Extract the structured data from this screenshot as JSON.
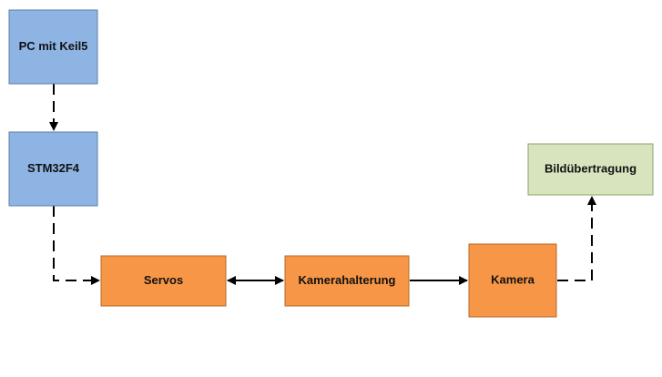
{
  "colors": {
    "blue_fill": "#8eb4e3",
    "blue_stroke": "#5b7fa8",
    "orange_fill": "#f79646",
    "orange_stroke": "#b66a2a",
    "green_fill": "#d7e4bd",
    "green_stroke": "#8aa36b",
    "line": "#000000"
  },
  "nodes": {
    "pc": {
      "label": "PC mit Keil5",
      "color": "blue"
    },
    "stm": {
      "label": "STM32F4",
      "color": "blue"
    },
    "servos": {
      "label": "Servos",
      "color": "orange"
    },
    "halterung": {
      "label": "Kamerahalterung",
      "color": "orange"
    },
    "kamera": {
      "label": "Kamera",
      "color": "orange"
    },
    "bild": {
      "label": "Bildübertragung",
      "color": "green"
    }
  },
  "edges": [
    {
      "from": "pc",
      "to": "stm",
      "style": "dashed",
      "direction": "forward"
    },
    {
      "from": "stm",
      "to": "servos",
      "style": "dashed",
      "direction": "forward"
    },
    {
      "from": "servos",
      "to": "halterung",
      "style": "solid",
      "direction": "both"
    },
    {
      "from": "halterung",
      "to": "kamera",
      "style": "solid",
      "direction": "forward"
    },
    {
      "from": "kamera",
      "to": "bild",
      "style": "dashed",
      "direction": "forward"
    }
  ]
}
